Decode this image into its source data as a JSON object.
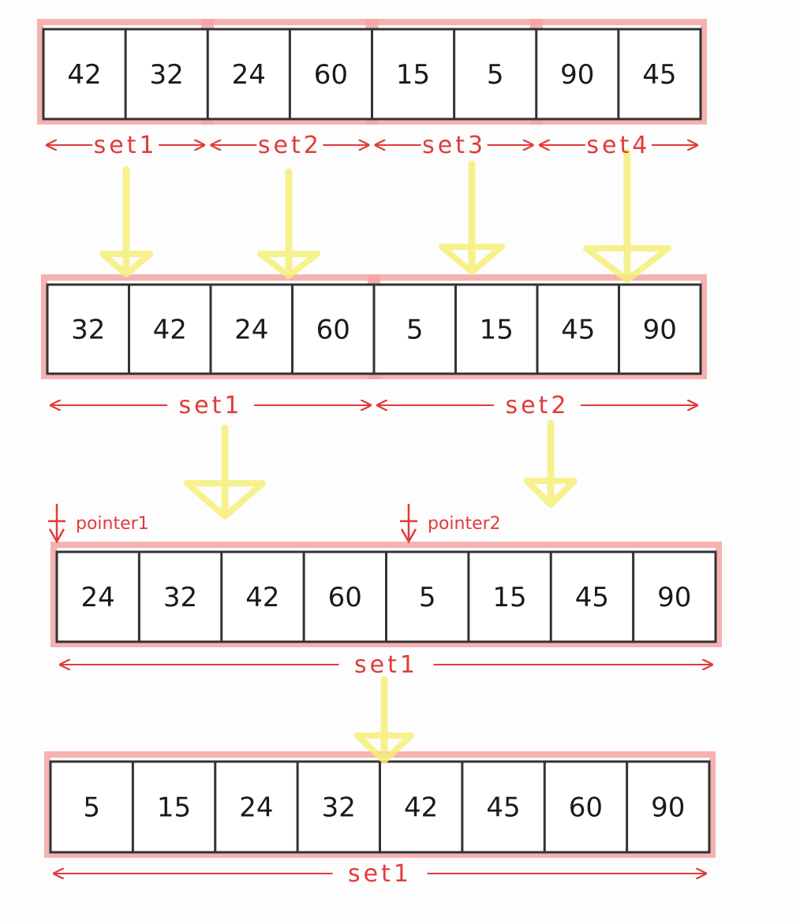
{
  "rows": [
    {
      "values": [
        "42",
        "32",
        "24",
        "60",
        "15",
        "5",
        "90",
        "45"
      ],
      "groups": [
        {
          "label": "set1"
        },
        {
          "label": "set2"
        },
        {
          "label": "set3"
        },
        {
          "label": "set4"
        }
      ]
    },
    {
      "values": [
        "32",
        "42",
        "24",
        "60",
        "5",
        "15",
        "45",
        "90"
      ],
      "groups": [
        {
          "label": "set1"
        },
        {
          "label": "set2"
        }
      ]
    },
    {
      "values": [
        "24",
        "32",
        "42",
        "60",
        "5",
        "15",
        "45",
        "90"
      ],
      "groups": [
        {
          "label": "set1"
        }
      ],
      "pointers": [
        {
          "label": "pointer1"
        },
        {
          "label": "pointer2"
        }
      ]
    },
    {
      "values": [
        "5",
        "15",
        "24",
        "32",
        "42",
        "45",
        "60",
        "90"
      ],
      "groups": [
        {
          "label": "set1"
        }
      ]
    }
  ],
  "colors": {
    "ink": "#1a1a1a",
    "cell_border": "#333333",
    "set_outline": "#f4a3a3",
    "label_red": "#e23a3a",
    "arrow_yellow": "#f5f07a"
  }
}
